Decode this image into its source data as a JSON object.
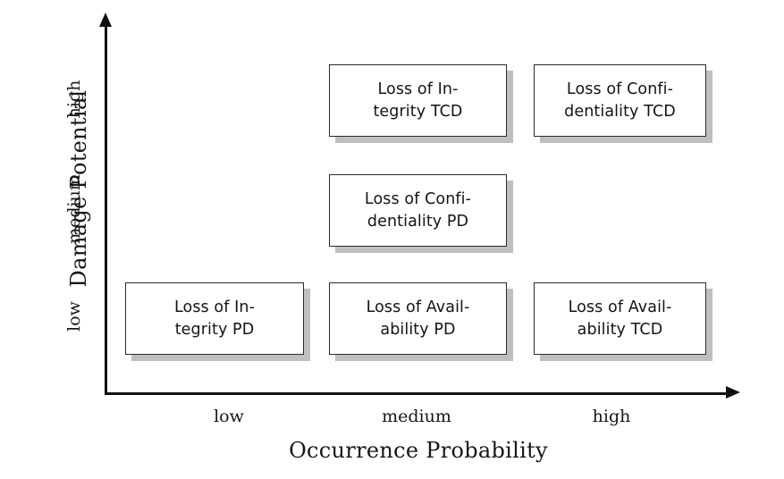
{
  "chart_data": {
    "type": "matrix",
    "title": "",
    "xlabel": "Occurrence Probability",
    "ylabel": "Damage Potential",
    "x_categories": [
      "low",
      "medium",
      "high"
    ],
    "y_categories": [
      "low",
      "medium",
      "high"
    ],
    "grid": false,
    "legend": "none",
    "cells": [
      {
        "x": "medium",
        "y": "high",
        "line1": "Loss of In-",
        "line2": "tegrity TCD",
        "text": "Loss of Integrity TCD"
      },
      {
        "x": "high",
        "y": "high",
        "line1": "Loss of Confi-",
        "line2": "dentiality TCD",
        "text": "Loss of Confidentiality TCD"
      },
      {
        "x": "medium",
        "y": "medium",
        "line1": "Loss of Confi-",
        "line2": "dentiality PD",
        "text": "Loss of Confidentiality PD"
      },
      {
        "x": "low",
        "y": "low",
        "line1": "Loss of In-",
        "line2": "tegrity PD",
        "text": "Loss of Integrity PD"
      },
      {
        "x": "medium",
        "y": "low",
        "line1": "Loss of Avail-",
        "line2": "ability PD",
        "text": "Loss of Availability PD"
      },
      {
        "x": "high",
        "y": "low",
        "line1": "Loss of Avail-",
        "line2": "ability TCD",
        "text": "Loss of Availability TCD"
      }
    ]
  },
  "axes": {
    "y_title": "Damage Potential",
    "x_title": "Occurrence Probability",
    "y_ticks": [
      "low",
      "medium",
      "high"
    ],
    "x_ticks": [
      "low",
      "medium",
      "high"
    ]
  },
  "colors": {
    "box_border": "#2b2b2b",
    "box_fill": "#ffffff",
    "box_shadow": "#bfbfbf",
    "axis": "#111111",
    "text": "#141414",
    "background": "#ffffff"
  }
}
